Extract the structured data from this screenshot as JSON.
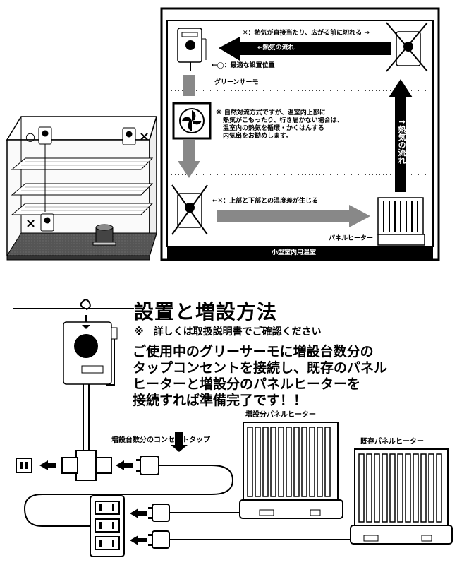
{
  "top_diagram": {
    "marks": {
      "cross": "×",
      "circle": "○"
    },
    "room": {
      "label": "小型室内用温室",
      "label_hot_spread": "✕：熱気が直接当たり、広がる前に切れる →",
      "label_heat_flow_h": "←熱気の流れ",
      "label_optimal": "←◯：最適な設置位置",
      "label_thermo": "グリーンサーモ",
      "note": [
        "※ 自然対流方式ですが、温室内上部に",
        "熱気がこもったり、行き届かない場合は、",
        "温室内の熱気を循環・かくはんする",
        "内気扇をお勧めします。"
      ],
      "label_temp_diff": "←✕：上部と下部との温度差が生じる",
      "label_heat_flow_v": "↑熱気の流れ",
      "label_heater": "パネルヒーター"
    }
  },
  "bottom_diagram": {
    "title": "設置と増設方法",
    "subtitle": "※　詳しくは取扱説明書でご確認ください",
    "description": [
      "ご使用中のグリーサーモに増設台数分の",
      "タップコンセントを接続し、既存のパネル",
      "ヒーターと増設分のパネルヒーターを",
      "接続すれば準備完了です！！"
    ],
    "label_tap": "増設台数分のコンセントタップ",
    "label_added_heater": "増設分パネルヒーター",
    "label_existing_heater": "既存パネルヒーター"
  }
}
